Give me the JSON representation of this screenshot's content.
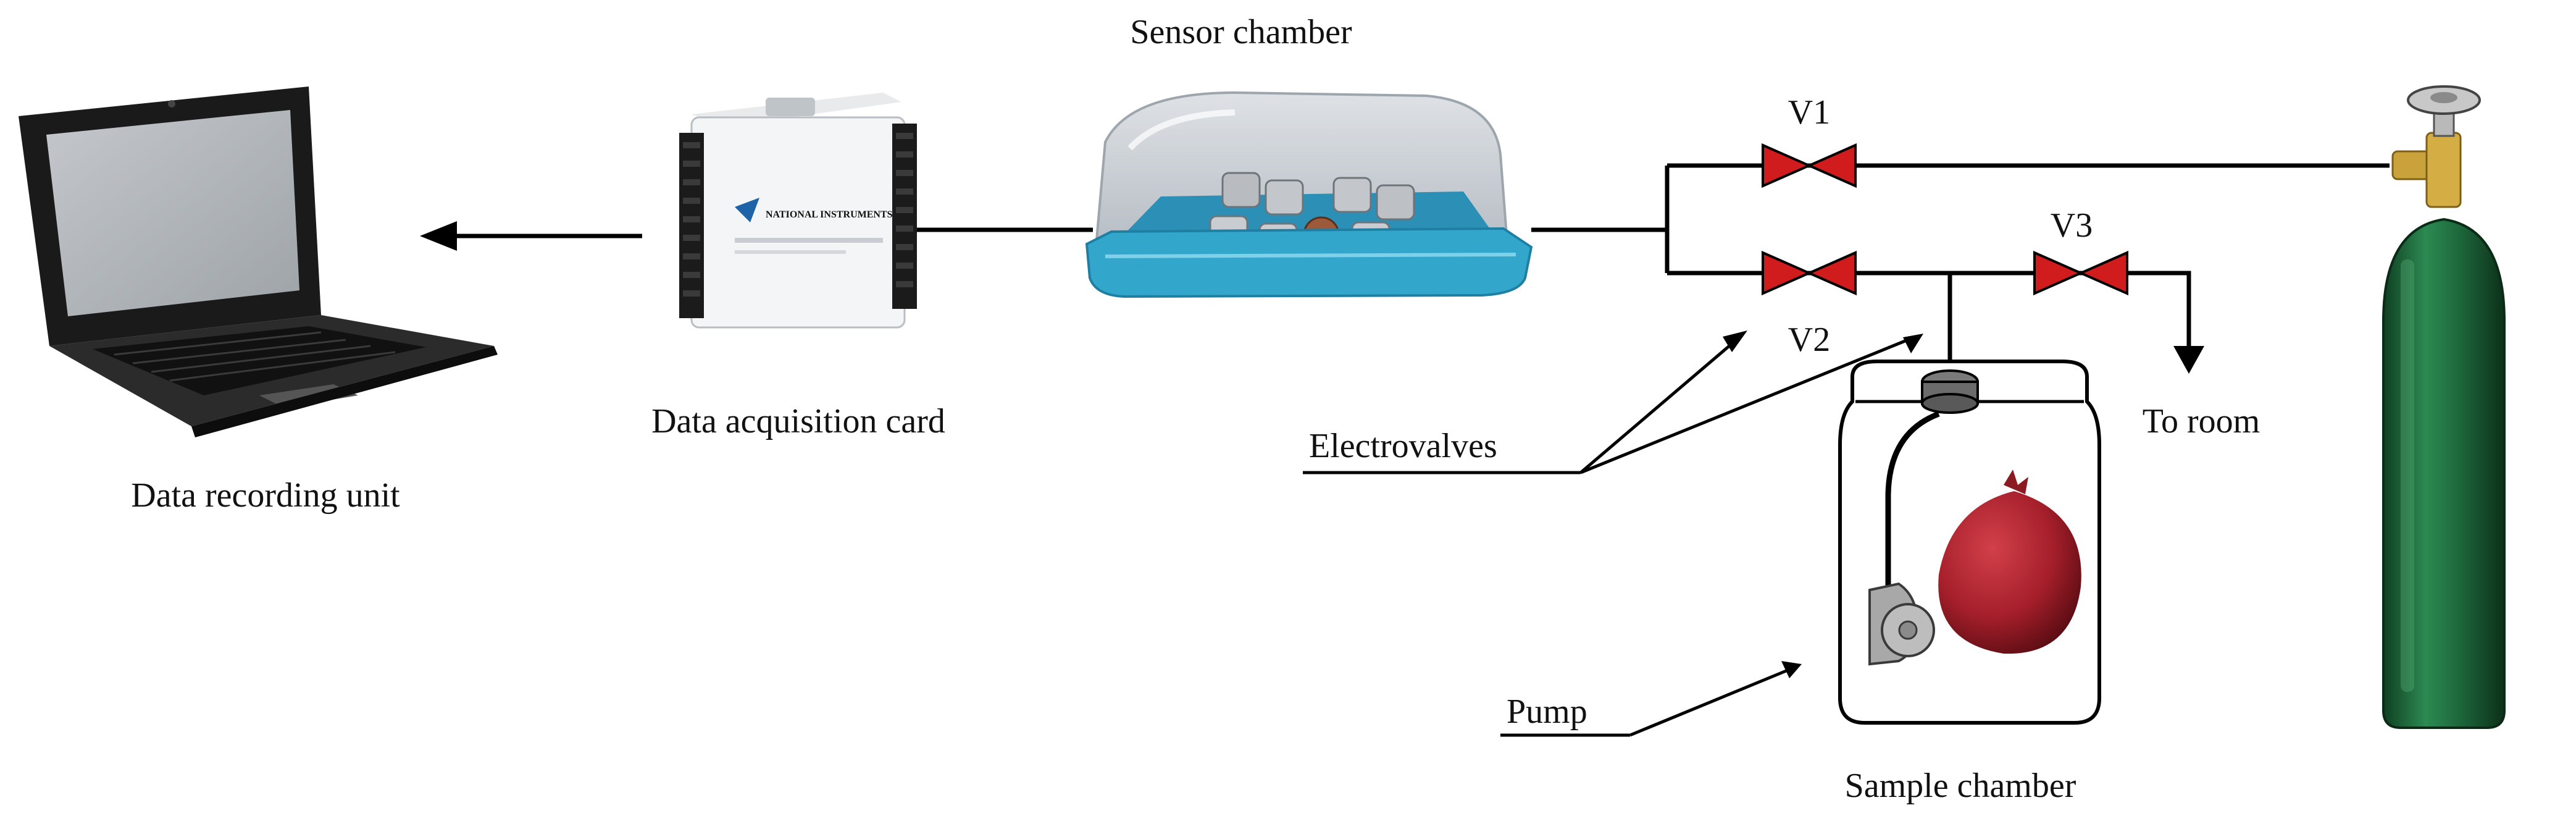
{
  "labels": {
    "sensor_chamber": "Sensor chamber",
    "data_acquisition_card": "Data acquisition card",
    "data_recording_unit": "Data recording unit",
    "v1": "V1",
    "v2": "V2",
    "v3": "V3",
    "to_room": "To room",
    "electrovalves": "Electrovalves",
    "pump": "Pump",
    "sample_chamber": "Sample chamber"
  },
  "daq_brand": "NATIONAL INSTRUMENTS",
  "colors": {
    "valve": "#d01c1c",
    "cylinder": "#1f6b3e",
    "tray": "#33a6cc",
    "fruit": "#a51f2b",
    "line": "#000000"
  }
}
